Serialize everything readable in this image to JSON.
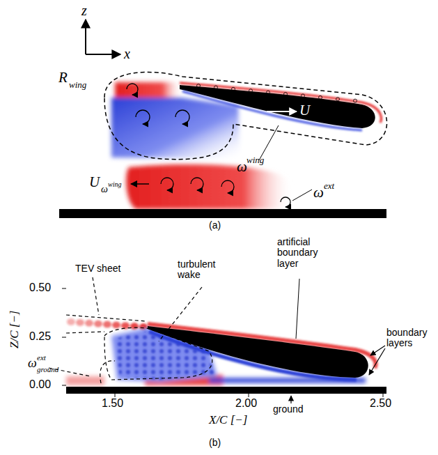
{
  "diagram": {
    "labels": [
      "z",
      "x",
      "R",
      "wing",
      "U",
      "ω",
      "wing",
      "ω",
      "ext",
      "U",
      "ω",
      "wing",
      "(a)",
      "Z/C [−]",
      "0.50",
      "0.25",
      "0.00",
      "X/C [−]",
      "1.50",
      "2.00",
      "2.50",
      "TEV sheet",
      "turbulent wake",
      "artificial boundary layer",
      "boundary layers",
      "ω",
      "ext",
      "ground",
      "ground",
      "(b)"
    ]
  }
}
